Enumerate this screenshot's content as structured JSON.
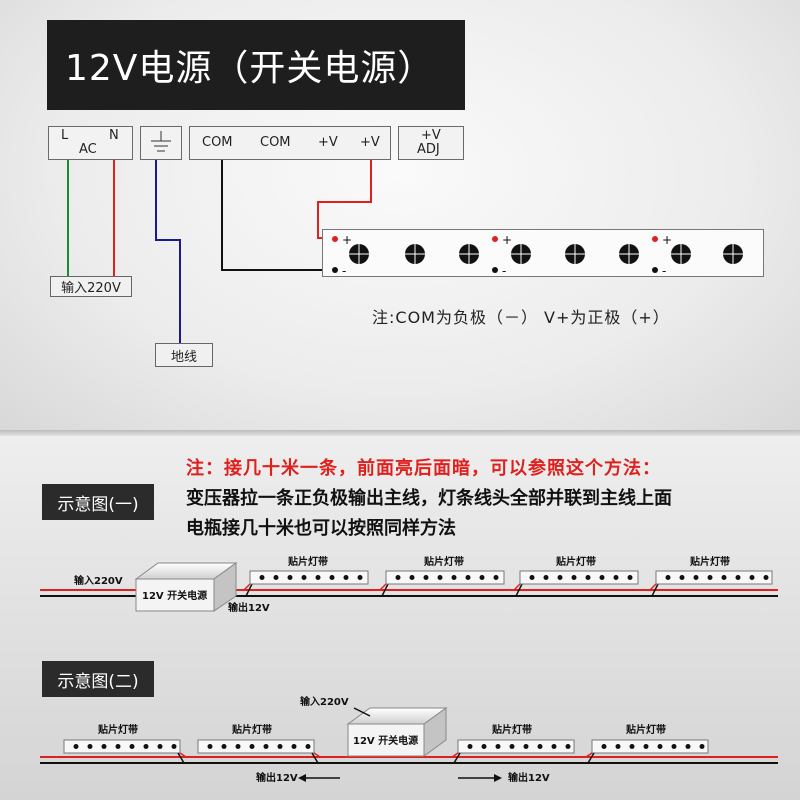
{
  "top": {
    "title": "12V电源（开关电源）",
    "ac_terminal": {
      "l": "L",
      "n": "N",
      "ac": "AC"
    },
    "terminals": {
      "com1": "COM",
      "com2": "COM",
      "v1": "+V",
      "v2": "+V"
    },
    "adj": {
      "v": "+V",
      "adj": "ADJ"
    },
    "input_label": "输入220V",
    "ground_label": "地线",
    "plus_sign": "+",
    "minus_sign": "-",
    "note": "注:COM为负极（－） V+为正极（+）"
  },
  "bottom": {
    "red_note": "注：接几十米一条，前面亮后面暗，可以参照这个方法：",
    "note_line1": "变压器拉一条正负极输出主线，灯条线头全部并联到主线上面",
    "note_line2": "电瓶接几十米也可以按照同样方法",
    "scheme1": {
      "label": "示意图(一)",
      "input": "输入220V",
      "psu": "12V 开关电源",
      "output": "输出12V",
      "strip_label": "贴片灯带"
    },
    "scheme2": {
      "label": "示意图(二)",
      "input": "输入220V",
      "psu": "12V 开关电源",
      "output_left": "输出12V",
      "output_right": "输出12V",
      "strip_label": "贴片灯带"
    }
  },
  "colors": {
    "red_wire": "#e0201c",
    "green_wire": "#1a8a3a",
    "blue_wire": "#1a1a8c",
    "black_wire": "#111111"
  }
}
